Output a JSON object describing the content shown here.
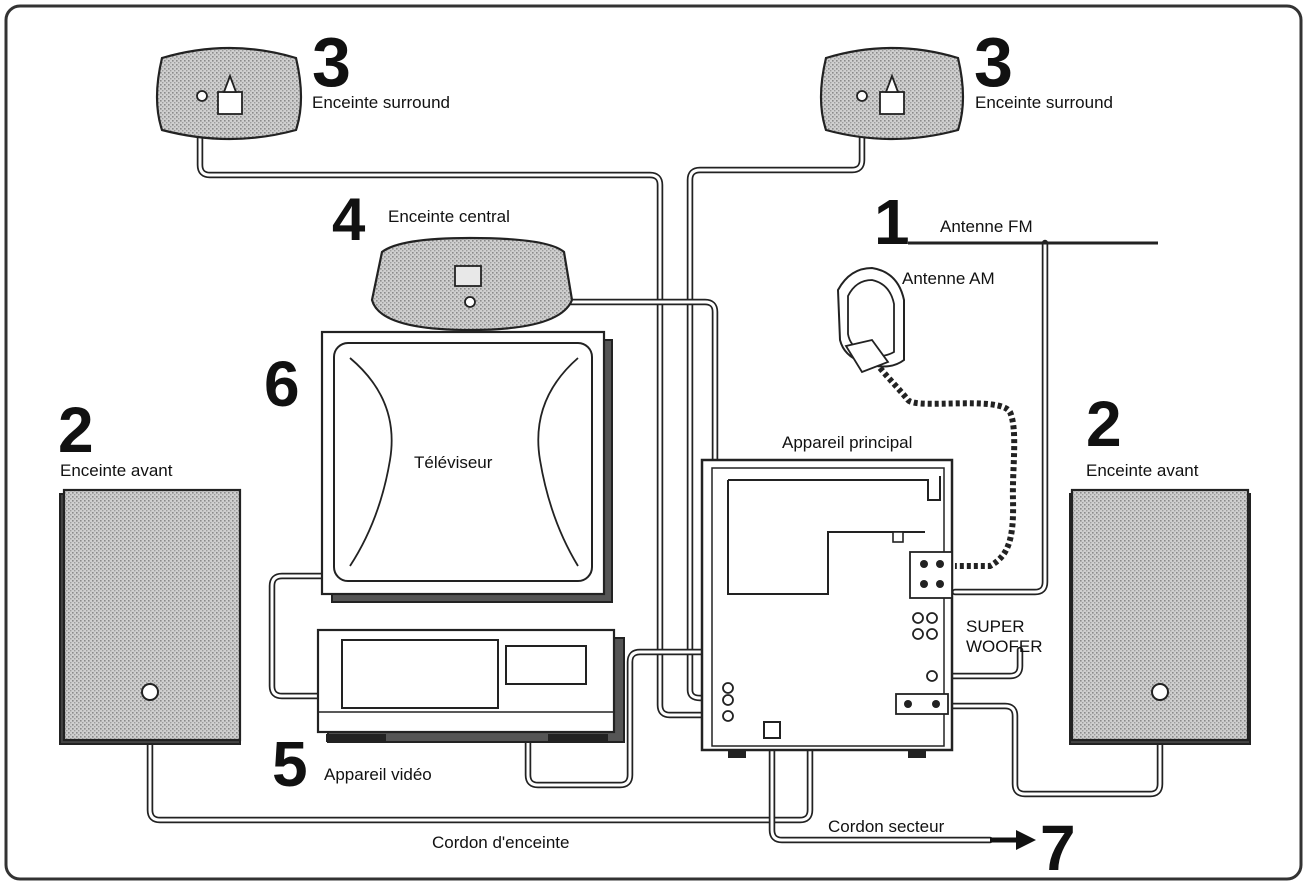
{
  "labels": {
    "surround_left": "Enceinte surround",
    "surround_right": "Enceinte surround",
    "center": "Enceinte central",
    "fm_antenna": "Antenne FM",
    "am_antenna": "Antenne AM",
    "tv": "Téléviseur",
    "main_unit": "Appareil principal",
    "front_left": "Enceinte avant",
    "front_right": "Enceinte avant",
    "super_woofer": "SUPER\nWOOFER",
    "video": "Appareil vidéo",
    "speaker_cord": "Cordon d'enceinte",
    "ac_cord": "Cordon secteur"
  },
  "numbers": {
    "surround_left": "3",
    "surround_right": "3",
    "center": "4",
    "antenna": "1",
    "tv": "6",
    "front_left": "2",
    "front_right": "2",
    "video": "5",
    "ac": "7"
  }
}
